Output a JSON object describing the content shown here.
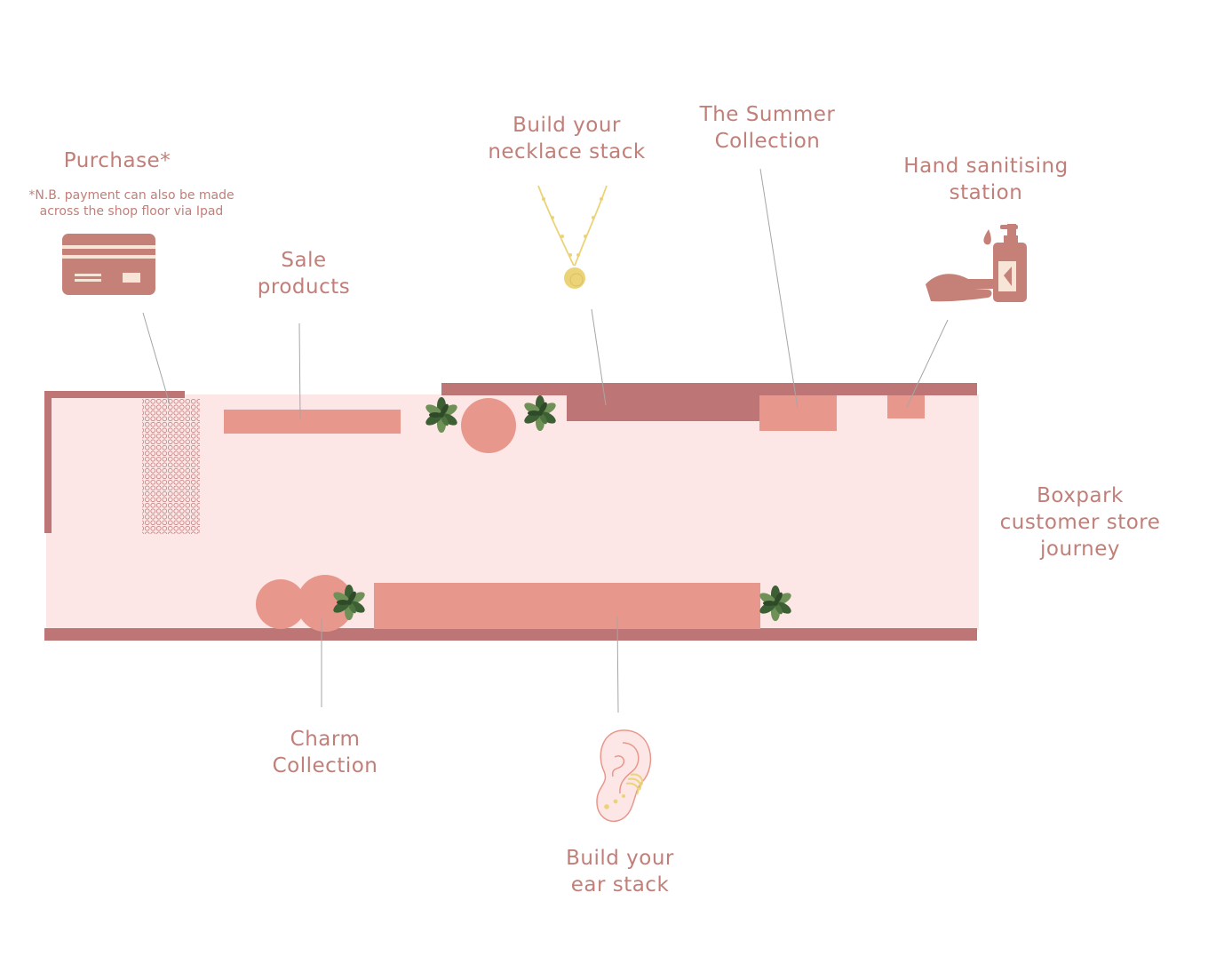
{
  "colors": {
    "text": "#c17f79",
    "wall": "#bd7575",
    "floor": "#fde7e6",
    "fixture": "#e8978c",
    "icon": "#c58178",
    "icon_light": "#f7e5d7",
    "gold": "#ebd378",
    "plant_dark": "#3d5f34",
    "plant_light": "#6f9157",
    "leader": "#a6a6a6"
  },
  "labels": {
    "purchase": {
      "text": "Purchase*"
    },
    "purchase_note": {
      "lines": [
        "*N.B. payment can also be made",
        "across the shop floor via Ipad"
      ]
    },
    "sale": {
      "lines": [
        "Sale",
        "products"
      ]
    },
    "necklace": {
      "lines": [
        "Build your",
        "necklace stack"
      ]
    },
    "summer": {
      "lines": [
        "The Summer",
        "Collection"
      ]
    },
    "hand": {
      "lines": [
        "Hand sanitising",
        "station"
      ]
    },
    "journey": {
      "lines": [
        "Boxpark",
        "customer store",
        "journey"
      ]
    },
    "charm": {
      "lines": [
        "Charm",
        "Collection"
      ]
    },
    "ear": {
      "lines": [
        "Build your",
        "ear stack"
      ]
    }
  },
  "icons": {
    "card": "credit-card-icon",
    "necklace": "necklace-icon",
    "sanitiser": "hand-sanitiser-icon",
    "ear": "ear-icon",
    "plant": "plant-icon"
  }
}
